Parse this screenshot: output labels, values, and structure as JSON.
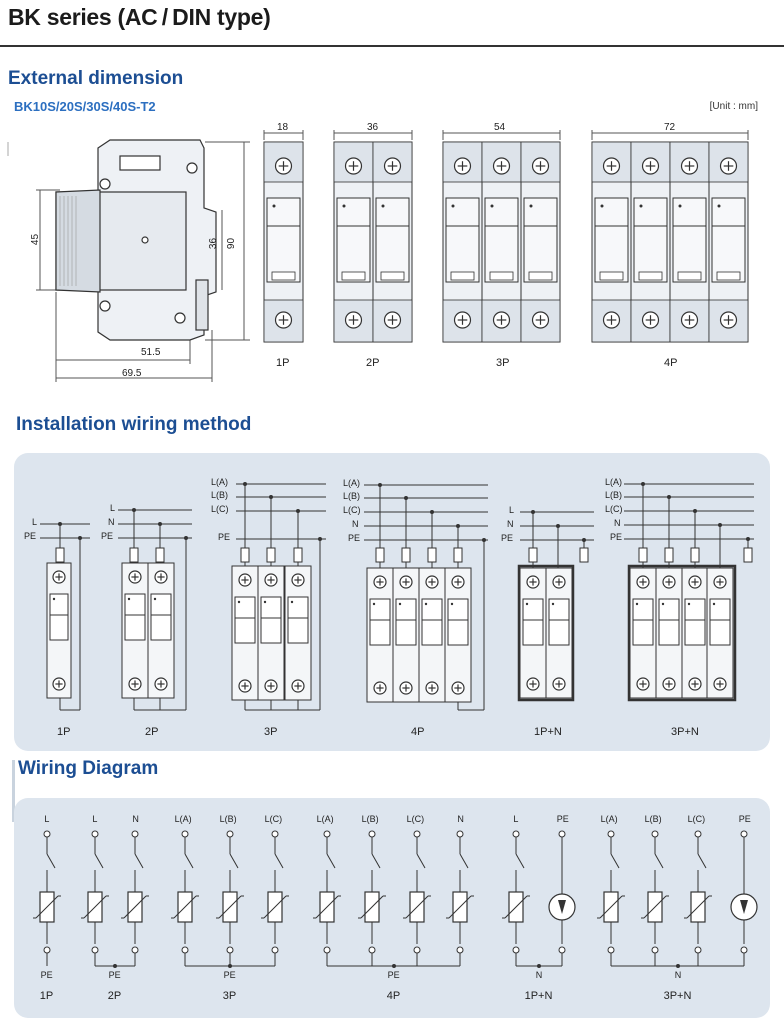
{
  "header": {
    "title": "BK series (AC / DIN type)"
  },
  "external_dimension": {
    "heading": "External dimension",
    "model": "BK10S/20S/30S/40S-T2",
    "unit": "[Unit : mm]",
    "side_dims": {
      "d45": "45",
      "d36": "36",
      "d90": "90",
      "d51_5": "51.5",
      "d69_5": "69.5"
    },
    "front_widths": [
      "18",
      "36",
      "54",
      "72"
    ],
    "pole_labels": [
      "1P",
      "2P",
      "3P",
      "4P"
    ]
  },
  "installation": {
    "heading": "Installation wiring method",
    "line_labels": {
      "L": "L",
      "N": "N",
      "PE": "PE",
      "LA": "L(A)",
      "LB": "L(B)",
      "LC": "L(C)"
    },
    "configs": [
      "1P",
      "2P",
      "3P",
      "4P",
      "1P+N",
      "3P+N"
    ]
  },
  "wiring_diagram": {
    "heading": "Wiring Diagram",
    "top_labels": {
      "g1": [
        "L"
      ],
      "g2": [
        "L",
        "N"
      ],
      "g3": [
        "L(A)",
        "L(B)",
        "L(C)"
      ],
      "g4": [
        "L(A)",
        "L(B)",
        "L(C)",
        "N"
      ],
      "g5": [
        "L",
        "PE"
      ],
      "g6": [
        "L(A)",
        "L(B)",
        "L(C)",
        "PE"
      ]
    },
    "bottom_labels": [
      "PE",
      "PE",
      "PE",
      "PE",
      "N",
      "N"
    ],
    "configs": [
      "1P",
      "2P",
      "3P",
      "4P",
      "1P+N",
      "3P+N"
    ]
  }
}
